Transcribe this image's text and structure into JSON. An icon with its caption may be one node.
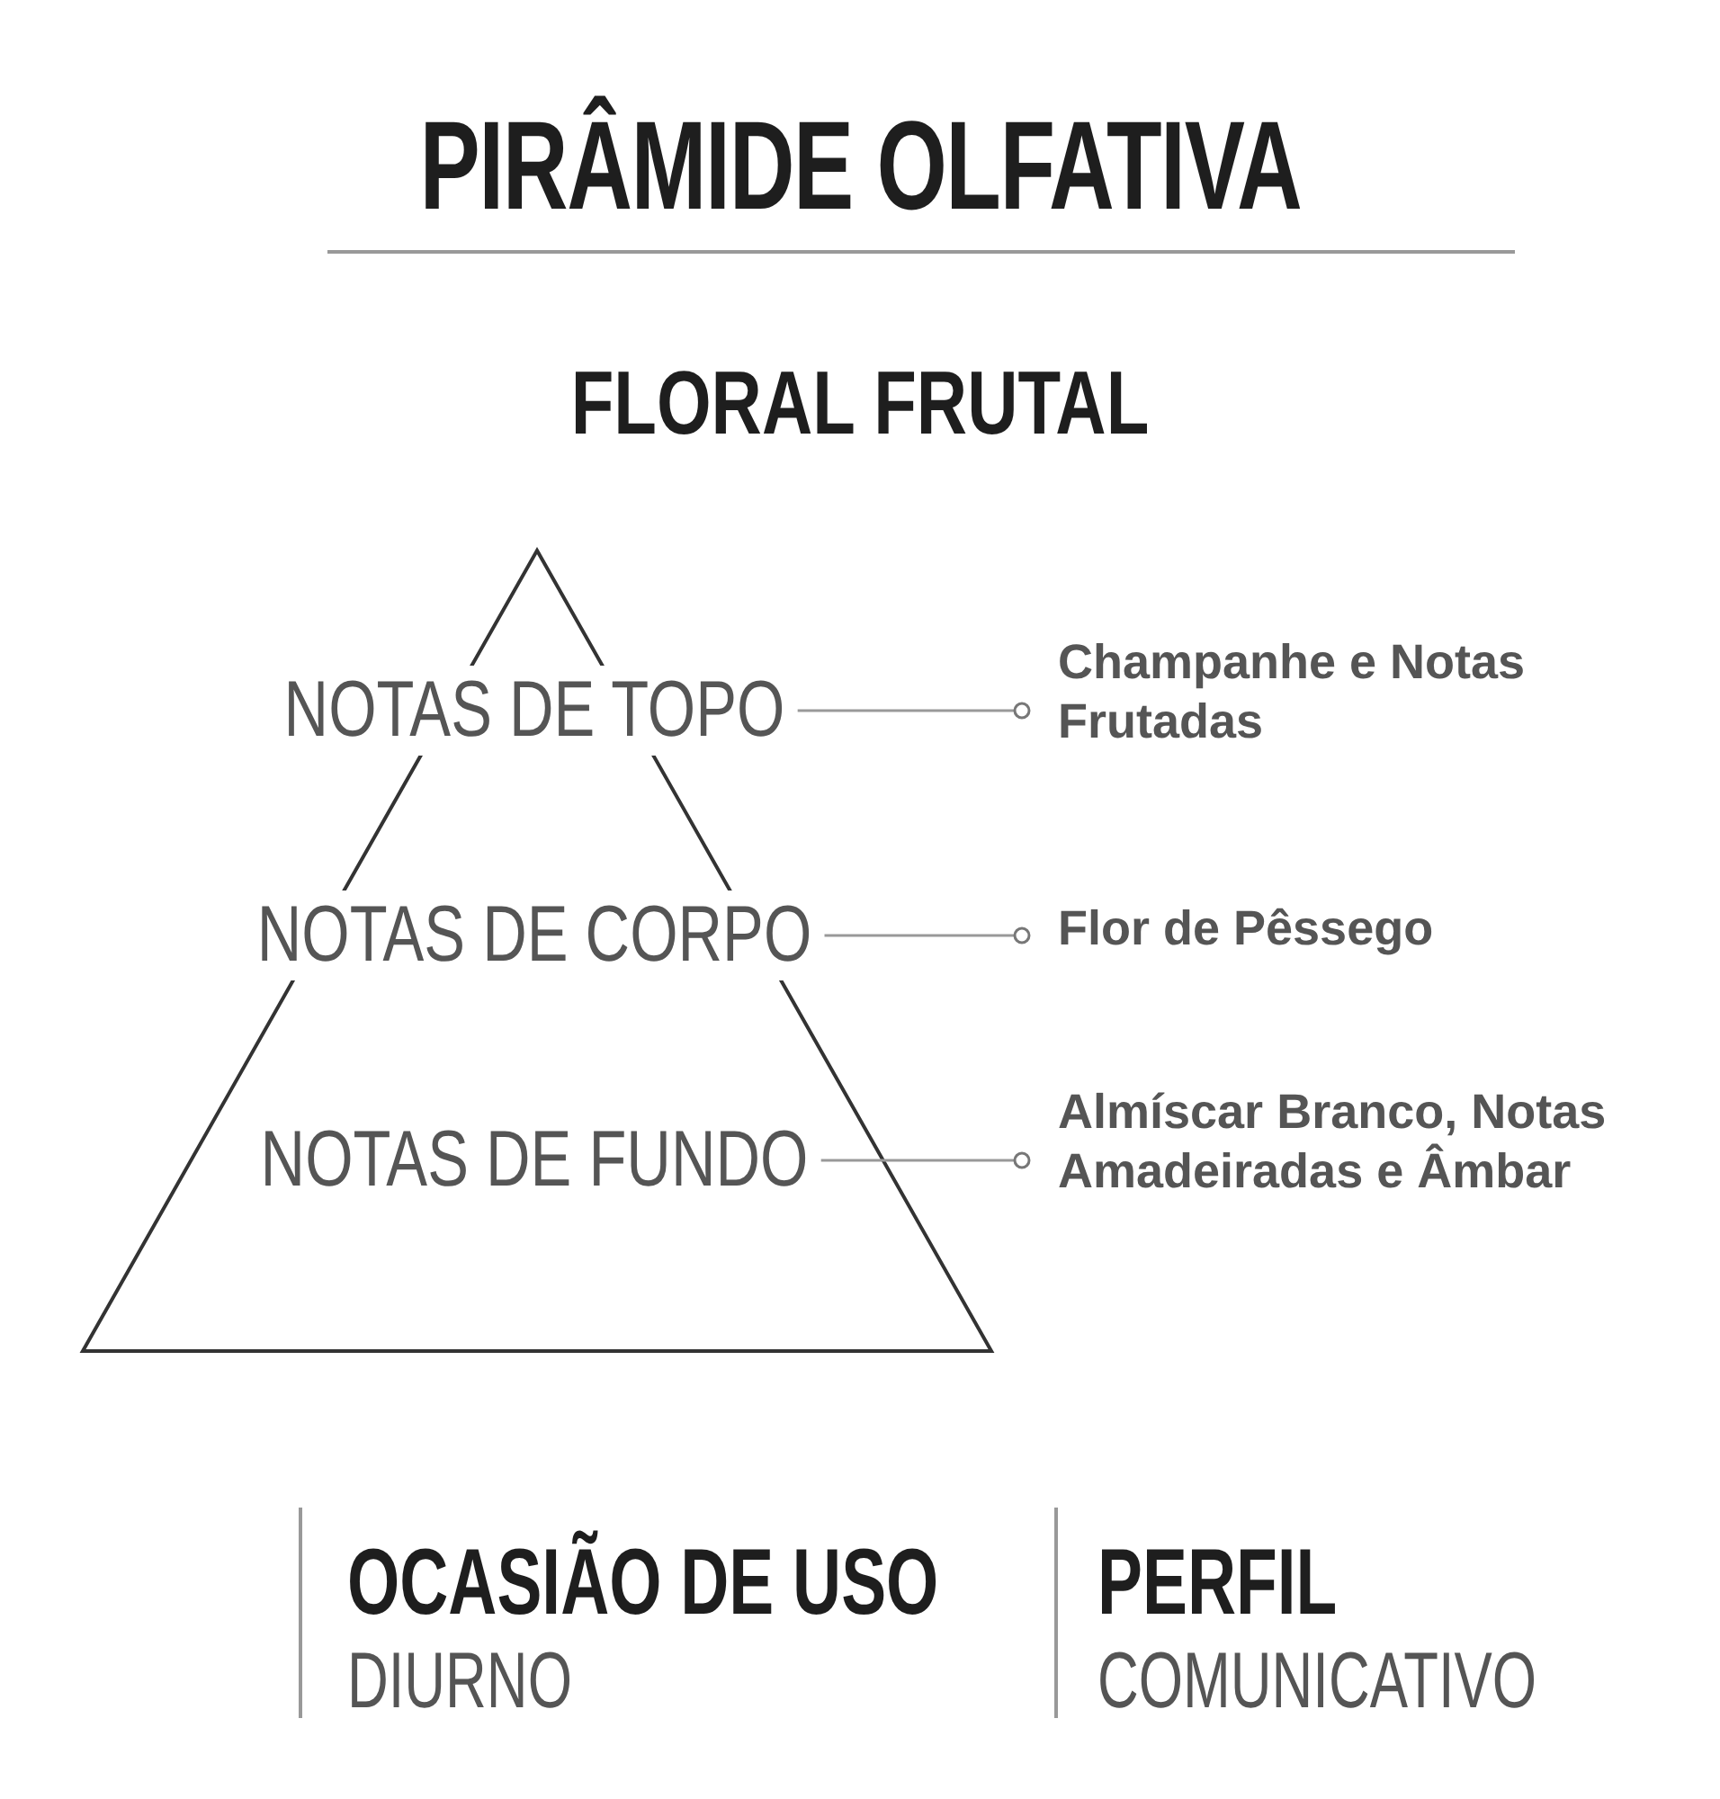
{
  "diagram": {
    "title": "PIRÂMIDE OLFATIVA",
    "nodes": [
      {
        "text": [],
        "shape": "triangle"
      },
      {
        "text": [
          "NOTAS DE TOPO"
        ],
        "in": 0
      },
      {
        "text": [
          "NOTAS DE CORPO"
        ],
        "in": 0
      },
      {
        "text": [
          "NOTAS DE FUNDO"
        ],
        "in": 0
      },
      {
        "text": [
          "Champanhe e Notas Frutadas"
        ]
      },
      {
        "text": [
          "Flor de Pêssego"
        ]
      },
      {
        "text": [
          "Almíscar Branco, Notas Amadeiradas e Âmbar"
        ]
      }
    ],
    "edges": [
      {
        "from": 1,
        "to": 4,
        "arrow": "other"
      },
      {
        "from": 2,
        "to": 5,
        "arrow": "other"
      },
      {
        "from": 3,
        "to": 6,
        "arrow": "other"
      }
    ],
    "labels": [
      "FLORAL FRUTAL",
      "OCASIÃO DE USO",
      "DIURNO",
      "PERFIL",
      "COMUNICATIVO"
    ]
  }
}
